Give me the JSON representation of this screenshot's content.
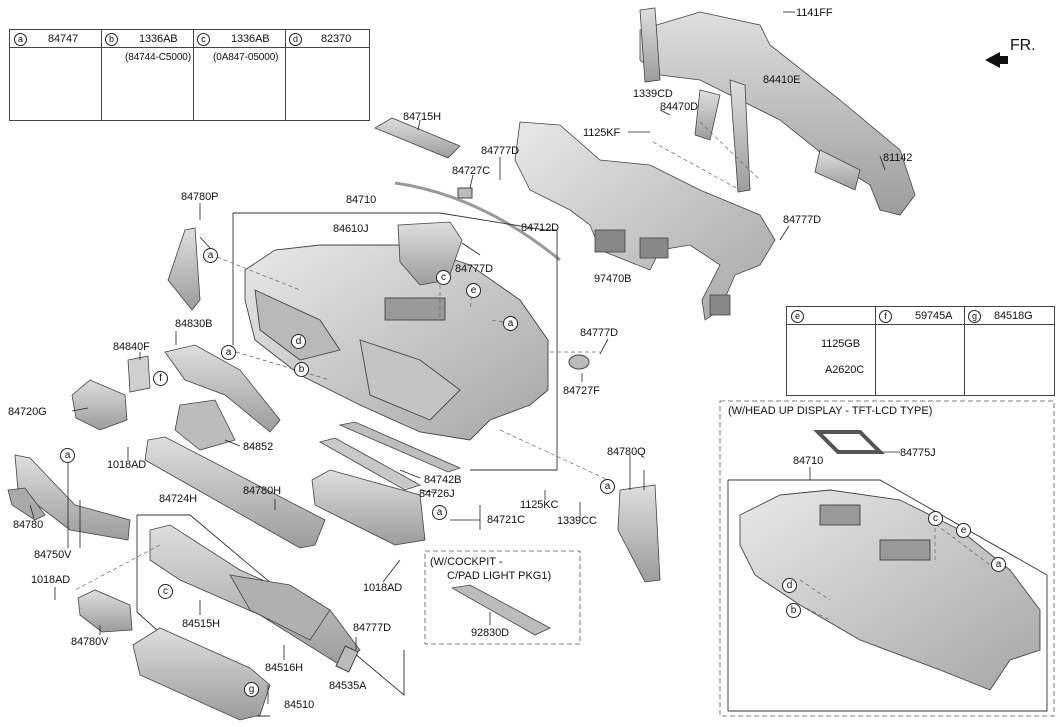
{
  "legend_top": [
    {
      "letter": "a",
      "part": "84747",
      "sub": ""
    },
    {
      "letter": "b",
      "part": "1336AB",
      "sub": "(84744-C5000)"
    },
    {
      "letter": "c",
      "part": "1336AB",
      "sub": "(0A847-05000)"
    },
    {
      "letter": "d",
      "part": "82370",
      "sub": ""
    }
  ],
  "legend_right": [
    {
      "letter": "e",
      "part": ""
    },
    {
      "letter": "f",
      "part": "59745A"
    },
    {
      "letter": "g",
      "part": "84518G"
    }
  ],
  "legend_e_parts": [
    "1125GB",
    "A2620C"
  ],
  "fr_label": "FR.",
  "hud_box_title": "(W/HEAD UP DISPLAY - TFT-LCD TYPE)",
  "cockpit_box_title_1": "(W/COCKPIT -",
  "cockpit_box_title_2": "C/PAD LIGHT PKG1)",
  "labels": {
    "p1141FF": "1141FF",
    "p84410E": "84410E",
    "p1339CD": "1339CD",
    "p84470D": "84470D",
    "p1125KF": "1125KF",
    "p81142": "81142",
    "p84777D_r": "84777D",
    "p84715H": "84715H",
    "p84777D_t": "84777D",
    "p84727C": "84727C",
    "p84780P": "84780P",
    "p84710": "84710",
    "p84610J": "84610J",
    "p84712D": "84712D",
    "p84777D_m": "84777D",
    "p97470B": "97470B",
    "p84777D_c": "84777D",
    "p84727F": "84727F",
    "p84830B": "84830B",
    "p84840F": "84840F",
    "p84720G": "84720G",
    "p1018AD_l": "1018AD",
    "p84852": "84852",
    "p84742B": "84742B",
    "p84780Q": "84780Q",
    "p84726J": "84726J",
    "p84721C": "84721C",
    "p1125KC": "1125KC",
    "p1339CC": "1339CC",
    "p84780": "84780",
    "p84750V": "84750V",
    "p84724H": "84724H",
    "p84780H": "84780H",
    "p1018AD_r": "1018AD",
    "p1018AD_b": "1018AD",
    "p84780V": "84780V",
    "p84515H": "84515H",
    "p84516H": "84516H",
    "p84777D_b": "84777D",
    "p84535A": "84535A",
    "p84510": "84510",
    "p92830D": "92830D",
    "p84775J": "84775J",
    "p84710_h": "84710"
  },
  "callouts": {
    "a1": "a",
    "a2": "a",
    "a3": "a",
    "a4": "a",
    "a5": "a",
    "a6": "a",
    "a7": "a",
    "b1": "b",
    "b2": "b",
    "c1": "c",
    "c2": "c",
    "c3": "c",
    "d1": "d",
    "d2": "d",
    "e1": "e",
    "e2": "e",
    "f1": "f",
    "g1": "g"
  },
  "colors": {
    "line": "#222222",
    "part_fill": "#d4d4d4",
    "part_shade": "#a9a9a9",
    "dash": "#666666"
  }
}
